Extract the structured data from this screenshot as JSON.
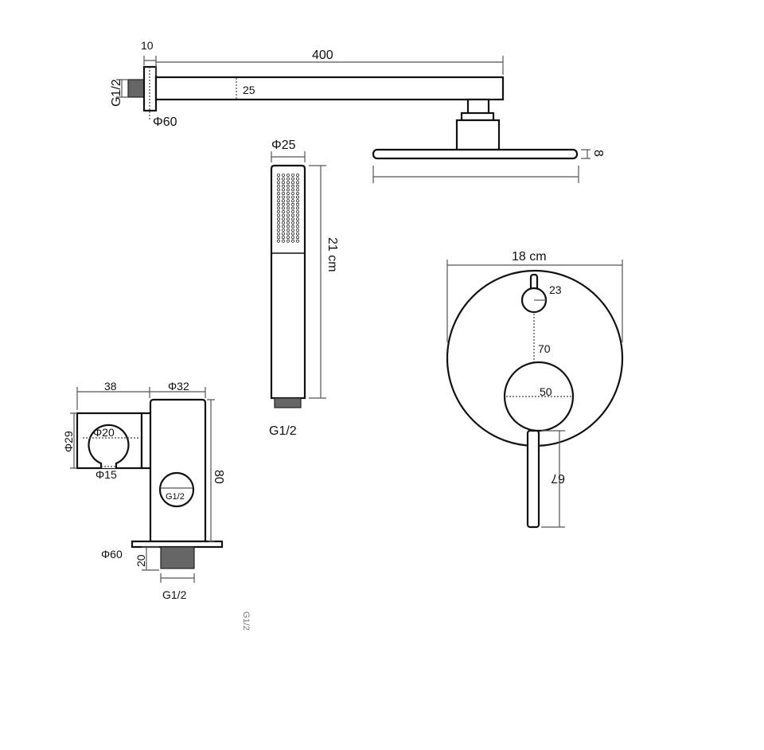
{
  "shower_arm": {
    "flange_thickness": "10",
    "arm_length": "400",
    "thread": "G1/2",
    "arm_height": "25",
    "flange_diameter": "Φ60"
  },
  "shower_head": {
    "thickness": "8"
  },
  "hand_shower": {
    "diameter": "Φ25",
    "length": "21 cm",
    "thread": "G1/2"
  },
  "mixer": {
    "diameter": "18 cm",
    "knob_diameter": "23",
    "knob_distance": "70",
    "handle_diameter": "50",
    "lever_length": "67"
  },
  "holder": {
    "holder_width": "38",
    "body_diameter": "Φ32",
    "holder_height": "Φ29",
    "hole_diameter": "Φ20",
    "slot_width": "Φ15",
    "outlet_thread": "G1/2",
    "body_height": "80",
    "flange_diameter": "Φ60",
    "thread_length": "20",
    "inlet_thread": "G1/2",
    "cropped_label": "G1/2"
  },
  "colors": {
    "line": "#111111",
    "dimension": "#555555",
    "thread": "#666666"
  }
}
